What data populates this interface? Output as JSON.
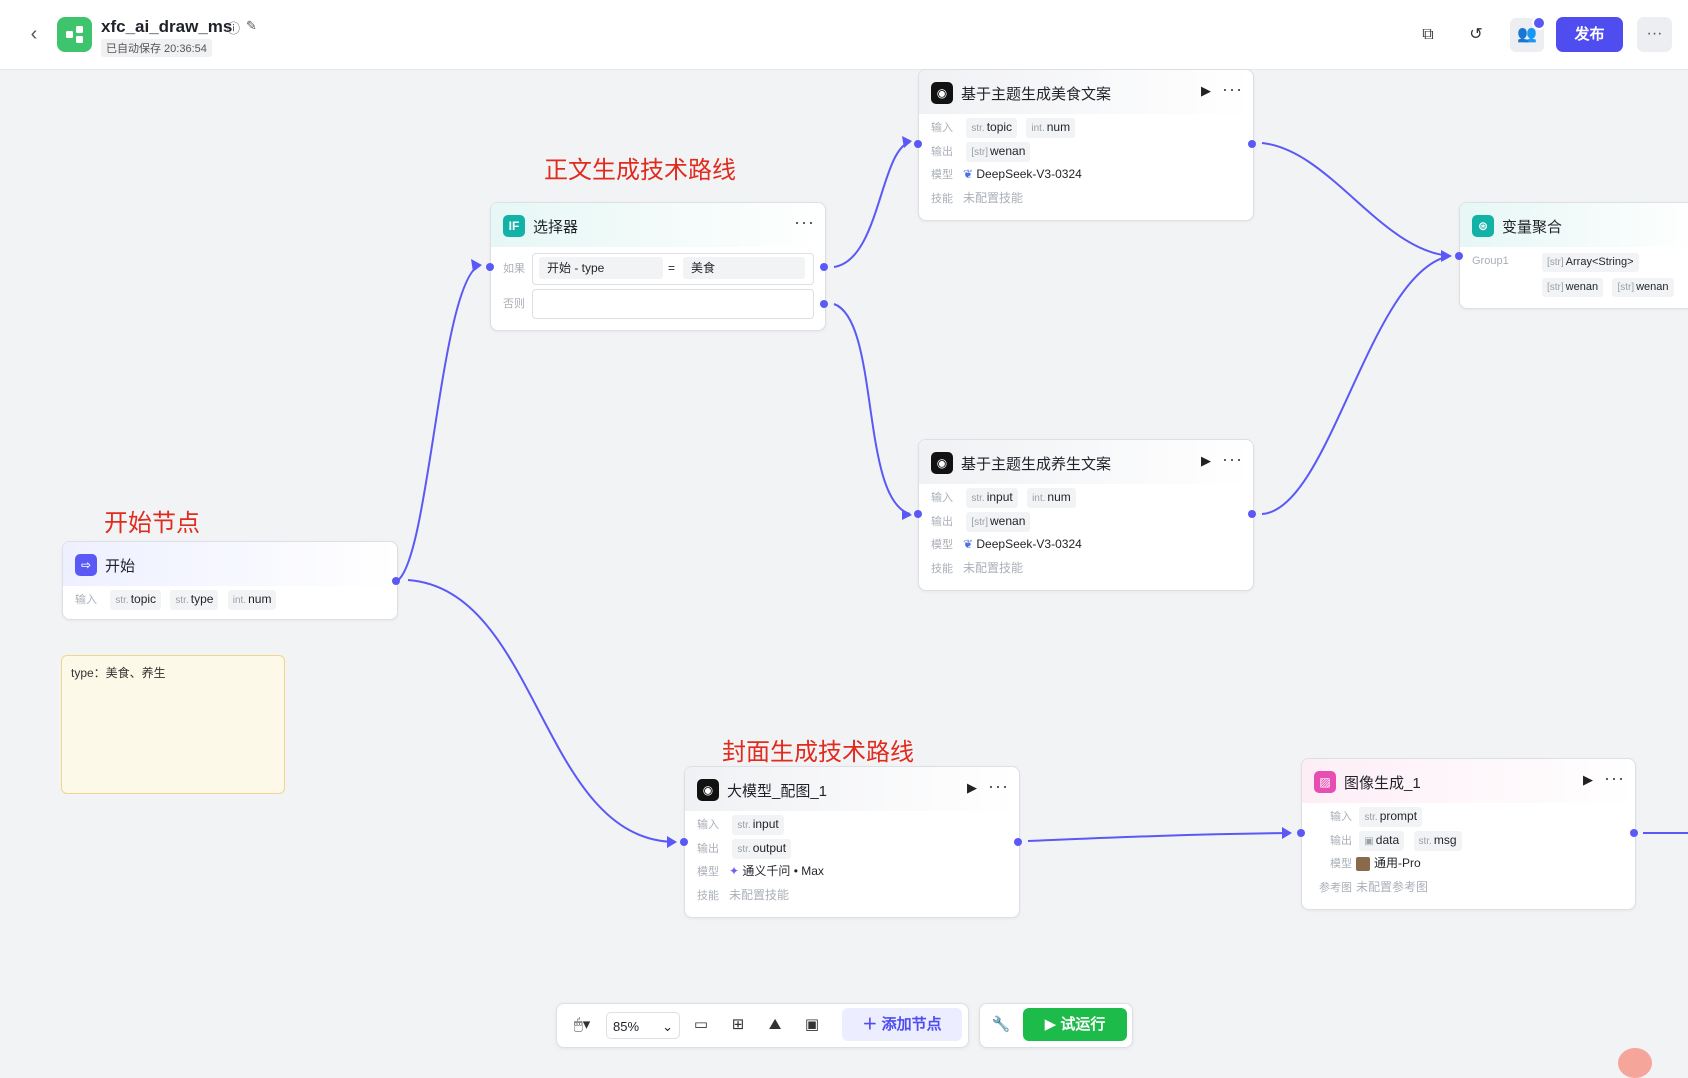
{
  "app": {
    "title": "xfc_ai_draw_ms",
    "saved": "已自动保存 20:36:54"
  },
  "toolbar": {
    "publish": "发布",
    "more": "···"
  },
  "annotations": {
    "route1": "正文生成技术路线",
    "start": "开始节点",
    "route2": "封面生成技术路线"
  },
  "nodes": {
    "start": {
      "title": "开始",
      "input_label": "输入",
      "inputs": [
        {
          "type": "str.",
          "name": "topic"
        },
        {
          "type": "str.",
          "name": "type"
        },
        {
          "type": "int.",
          "name": "num"
        }
      ]
    },
    "selector": {
      "title": "选择器",
      "if_label": "如果",
      "else_label": "否则",
      "cond_var": "开始 - type",
      "cond_op": "=",
      "cond_val": "美食"
    },
    "food": {
      "title": "基于主题生成美食文案",
      "input_label": "输入",
      "output_label": "输出",
      "model_label": "模型",
      "skill_label": "技能",
      "inputs": [
        {
          "type": "str.",
          "name": "topic"
        },
        {
          "type": "int.",
          "name": "num"
        }
      ],
      "outputs": [
        {
          "type": "[str]",
          "name": "wenan"
        }
      ],
      "model": "DeepSeek-V3-0324",
      "skill": "未配置技能"
    },
    "health": {
      "title": "基于主题生成养生文案",
      "input_label": "输入",
      "output_label": "输出",
      "model_label": "模型",
      "skill_label": "技能",
      "inputs": [
        {
          "type": "str.",
          "name": "input"
        },
        {
          "type": "int.",
          "name": "num"
        }
      ],
      "outputs": [
        {
          "type": "[str]",
          "name": "wenan"
        }
      ],
      "model": "DeepSeek-V3-0324",
      "skill": "未配置技能"
    },
    "agg": {
      "title": "变量聚合",
      "group": "Group1",
      "group_type": {
        "type": "[str]",
        "name": "Array<String>"
      },
      "vars": [
        {
          "type": "[str]",
          "name": "wenan"
        },
        {
          "type": "[str]",
          "name": "wenan"
        }
      ]
    },
    "llm": {
      "title": "大模型_配图_1",
      "input_label": "输入",
      "output_label": "输出",
      "model_label": "模型",
      "skill_label": "技能",
      "inputs": [
        {
          "type": "str.",
          "name": "input"
        }
      ],
      "outputs": [
        {
          "type": "str.",
          "name": "output"
        }
      ],
      "model": "通义千问 • Max",
      "skill": "未配置技能"
    },
    "img": {
      "title": "图像生成_1",
      "input_label": "输入",
      "output_label": "输出",
      "model_label": "模型",
      "ref_label": "参考图",
      "inputs": [
        {
          "type": "str.",
          "name": "prompt"
        }
      ],
      "outputs": [
        {
          "type": "▣",
          "name": "data"
        },
        {
          "type": "str.",
          "name": "msg"
        }
      ],
      "model": "通用-Pro",
      "ref": "未配置参考图"
    }
  },
  "note": {
    "text": "type：美食、养生"
  },
  "bottombar": {
    "zoom": "85%",
    "add_node": "添加节点",
    "trial_run": "试运行"
  },
  "colors": {
    "accent": "#5b59f5",
    "annotation": "#e02b1f",
    "publish": "#4f4cf0",
    "run": "#1dbb4a"
  }
}
